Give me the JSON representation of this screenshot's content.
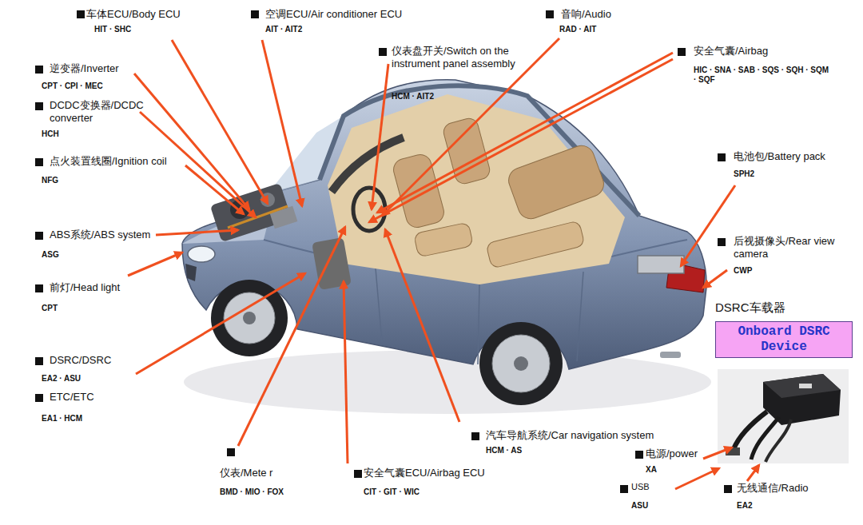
{
  "diagram": {
    "nodes": [
      {
        "text": [
          "DSRC车载器",
          "Onboard DSRC Device"
        ]
      }
    ],
    "labels": [
      "车体ECU/Body ECU",
      "HIT · SHC",
      "空调ECU/Air conditioner ECU",
      "AIT · AIT2",
      "音响/Audio",
      "RAD · AIT",
      "仪表盘开关/Switch on the instrument panel assembly",
      "HCM · AIT2",
      "安全气囊/Airbag",
      "HIC · SNA · SAB · SQS · SQH · SQM · SQF",
      "逆变器/Inverter",
      "CPT · CPI · MEC",
      "DCDC变换器/DCDC converter",
      "HCH",
      "点火装置线圈/Ignition coil",
      "NFG",
      "电池包/Battery pack",
      "SPH2",
      "ABS系统/ABS system",
      "ASG",
      "后视摄像头/Rear view camera",
      "CWP",
      "前灯/Head light",
      "CPT",
      "DSRC/DSRC",
      "EA2 · ASU",
      "ETC/ETC",
      "EA1 · HCM",
      "汽车导航系统/Car navigation system",
      "HCM · AS",
      "电源/power",
      "XA",
      "仪表/Mete r",
      "BMD · MIO · FOX",
      "安全气囊ECU/Airbag ECU",
      "CIT · GIT · WIC",
      "USB",
      "ASU",
      "无线通信/Radio",
      "EA2"
    ]
  }
}
